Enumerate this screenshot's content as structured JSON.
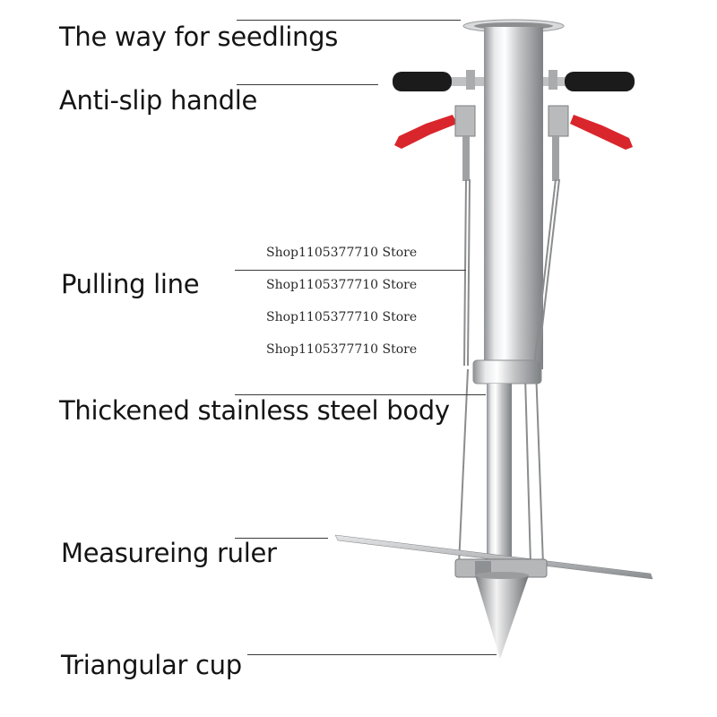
{
  "labels": {
    "seedlings": "The way for seedlings",
    "handle": "Anti-slip handle",
    "pulling": "Pulling line",
    "body": "Thickened stainless steel body",
    "ruler": "Measureing ruler",
    "cup": "Triangular cup"
  },
  "watermark": {
    "lines": [
      "Shop1105377710 Store",
      "Shop1105377710 Store",
      "Shop1105377710 Store",
      "Shop1105377710 Store"
    ]
  },
  "colors": {
    "steel": "#c9cbcd",
    "grip": "#1a1a1a",
    "lever": "#d9262c"
  }
}
